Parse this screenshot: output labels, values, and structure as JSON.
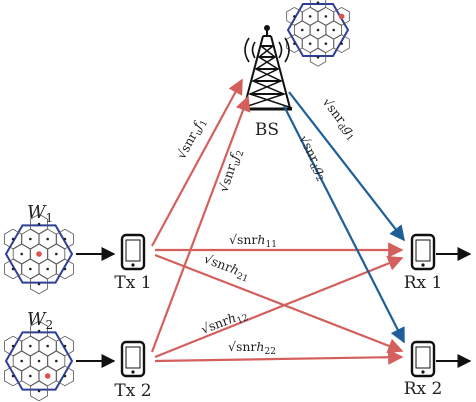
{
  "nodes": {
    "bs": {
      "label": "BS"
    },
    "tx1": {
      "label": "Tx 1"
    },
    "tx2": {
      "label": "Tx 2"
    },
    "rx1": {
      "label": "Rx 1"
    },
    "rx2": {
      "label": "Rx 2"
    }
  },
  "codebooks": {
    "w1": {
      "letter": "W",
      "sub": "1"
    },
    "w2": {
      "letter": "W",
      "sub": "2"
    }
  },
  "links": {
    "f1": {
      "prefix": "snr",
      "sub": "u",
      "sym": "f",
      "idx": "1"
    },
    "f2": {
      "prefix": "snr",
      "sub": "u",
      "sym": "f",
      "idx": "2"
    },
    "g1": {
      "prefix": "snr",
      "sub": "d",
      "sym": "g",
      "idx": "1"
    },
    "g2": {
      "prefix": "snr",
      "sub": "d",
      "sym": "g",
      "idx": "2"
    },
    "h11": {
      "prefix": "snr",
      "sub": "",
      "sym": "h",
      "idx": "11"
    },
    "h21": {
      "prefix": "snr",
      "sub": "",
      "sym": "h",
      "idx": "21"
    },
    "h12": {
      "prefix": "snr",
      "sub": "",
      "sym": "h",
      "idx": "12"
    },
    "h22": {
      "prefix": "snr",
      "sub": "",
      "sym": "h",
      "idx": "22"
    }
  },
  "colors": {
    "uplink": "#d4605e",
    "downlink": "#1f5f99",
    "interference": "#d4605e",
    "hex_border": "#2e3f99",
    "highlight_cell": "#d9534f",
    "arrow": "#111111"
  },
  "icons": [
    "cell-tower-icon",
    "smartphone-icon",
    "hex-codebook-icon"
  ]
}
